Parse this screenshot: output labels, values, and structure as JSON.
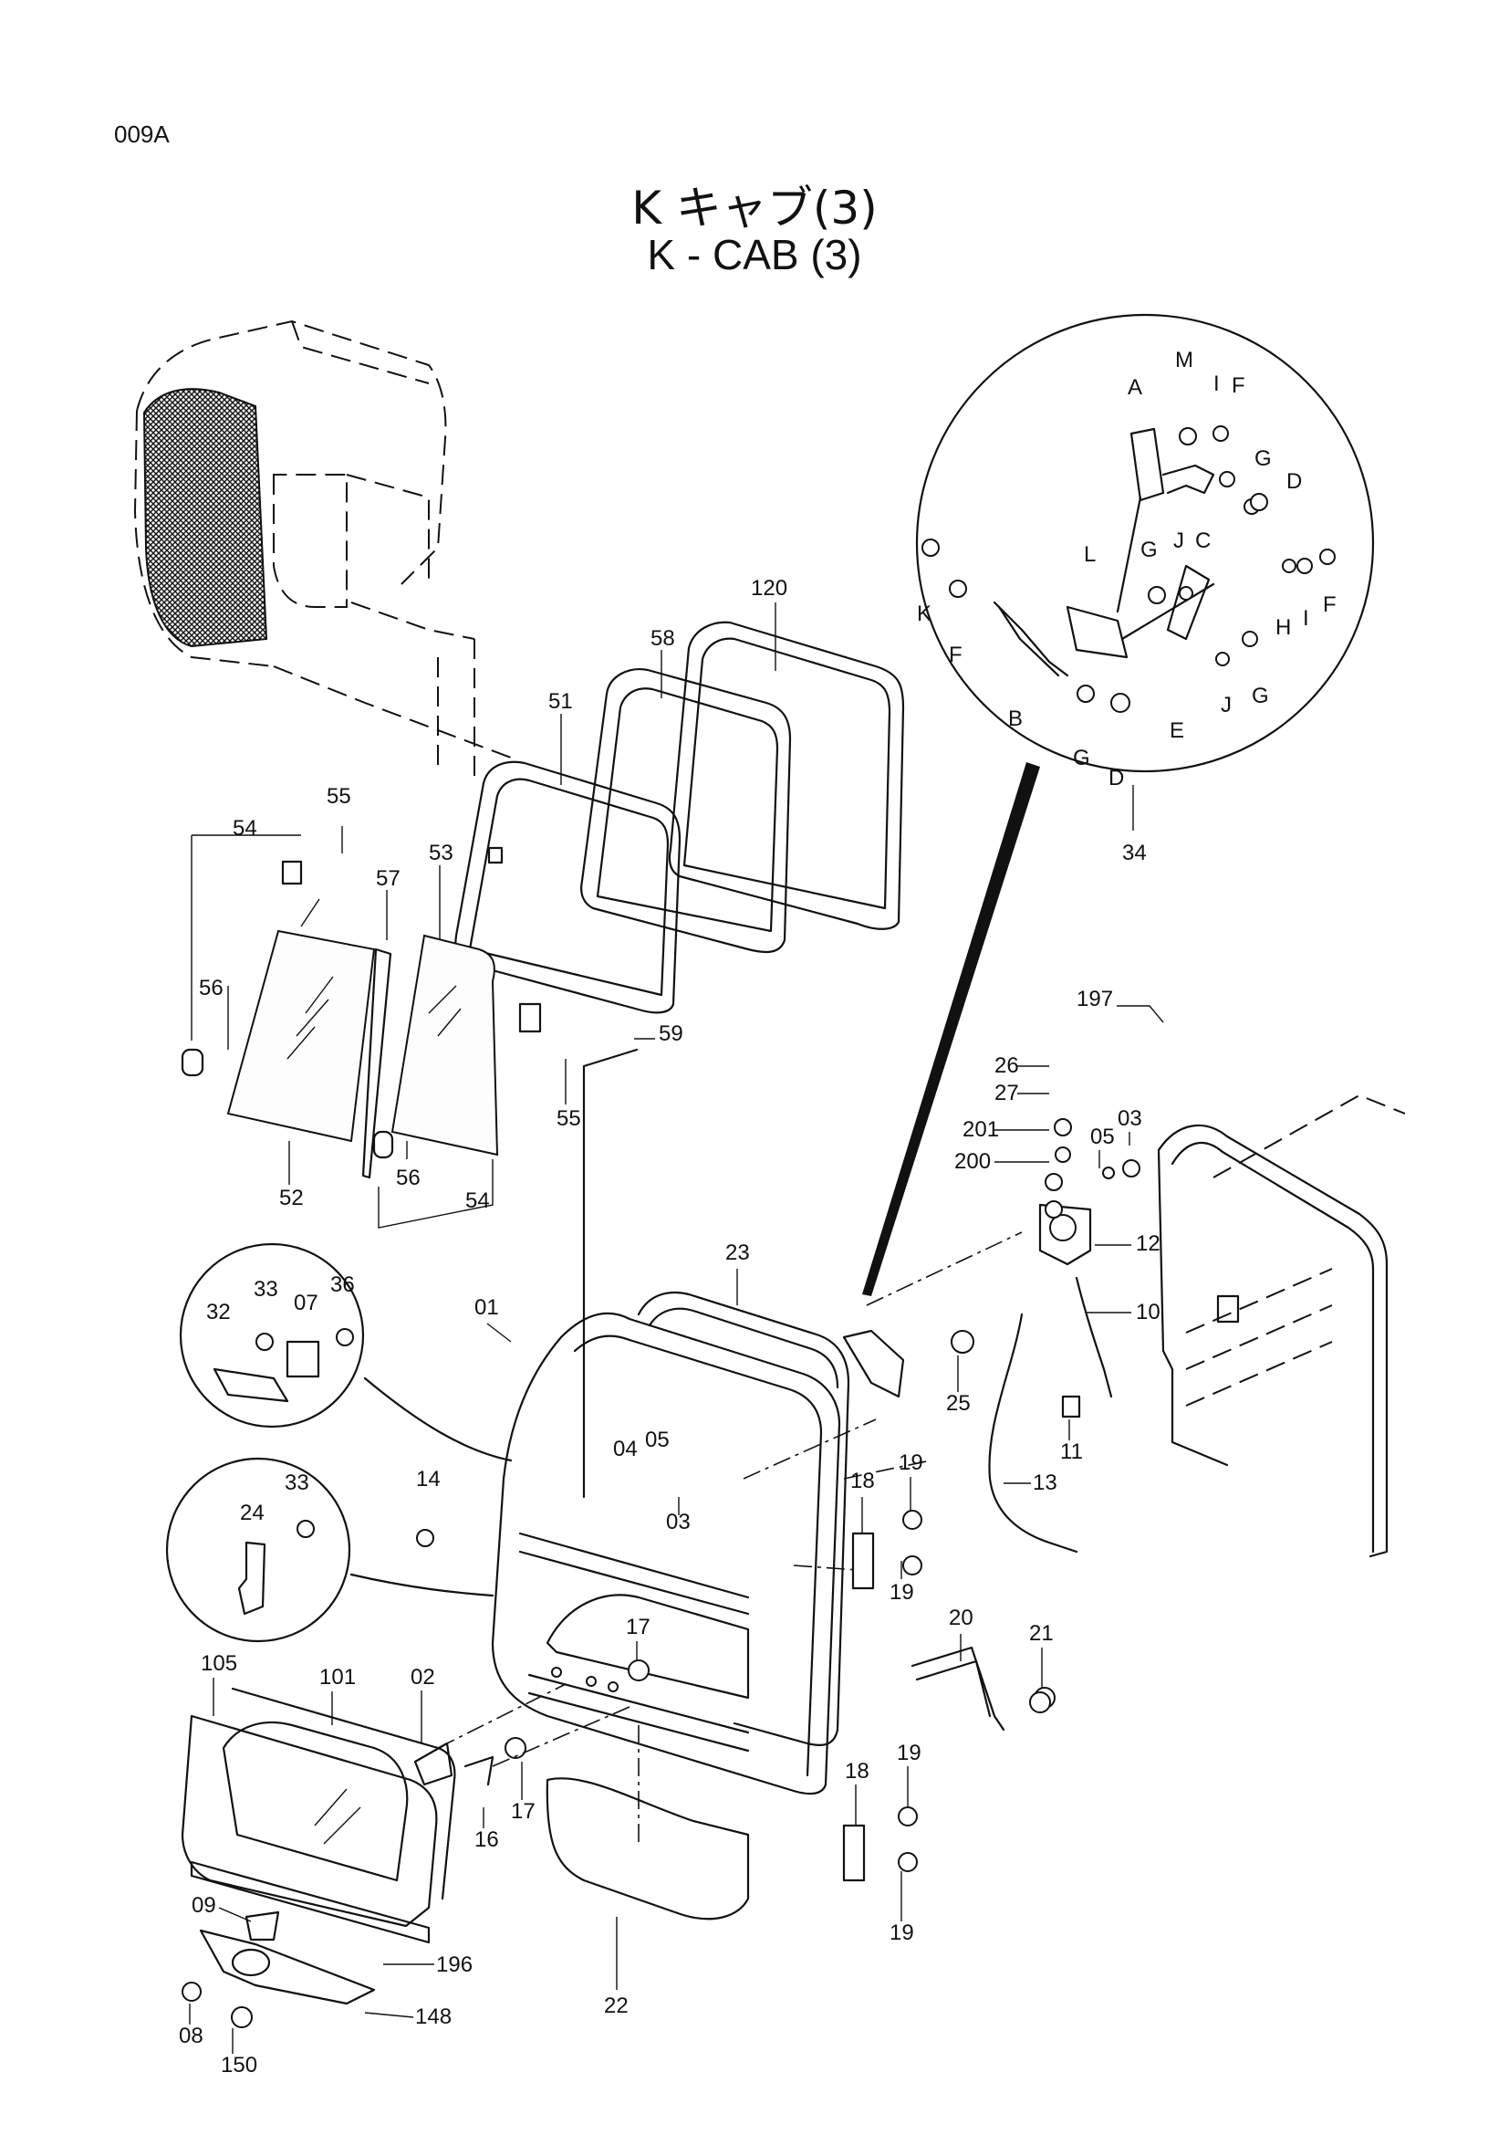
{
  "page_code": "009A",
  "title_jp": "K キャブ(3)",
  "title_en": "K - CAB (3)",
  "detail_34_labels": [
    "A",
    "M",
    "I",
    "F",
    "G",
    "D",
    "C",
    "L",
    "G",
    "J",
    "K",
    "F",
    "B",
    "G",
    "D",
    "E",
    "J",
    "G",
    "H",
    "I",
    "F"
  ],
  "callouts": {
    "c120": "120",
    "c58": "58",
    "c51": "51",
    "c55a": "55",
    "c54a": "54",
    "c57": "57",
    "c53": "53",
    "c56a": "56",
    "c59": "59",
    "c55b": "55",
    "c52": "52",
    "c56b": "56",
    "c54b": "54",
    "c34": "34",
    "c197": "197",
    "c26": "26",
    "c27": "27",
    "c201": "201",
    "c200": "200",
    "c05a": "05",
    "c03a": "03",
    "c12": "12",
    "c10": "10",
    "c25": "25",
    "c11": "11",
    "c13": "13",
    "c23": "23",
    "c01": "01",
    "c32": "32",
    "c33a": "33",
    "c07": "07",
    "c36": "36",
    "c24": "24",
    "c33b": "33",
    "c14": "14",
    "c04": "04",
    "c05b": "05",
    "c03b": "03",
    "c18a": "18",
    "c19a": "19",
    "c19b": "19",
    "c20": "20",
    "c21": "21",
    "c17a": "17",
    "c105": "105",
    "c101": "101",
    "c02": "02",
    "c16": "16",
    "c17b": "17",
    "c18b": "18",
    "c19c": "19",
    "c19d": "19",
    "c09": "09",
    "c196": "196",
    "c08": "08",
    "c148": "148",
    "c150": "150",
    "c22": "22"
  }
}
